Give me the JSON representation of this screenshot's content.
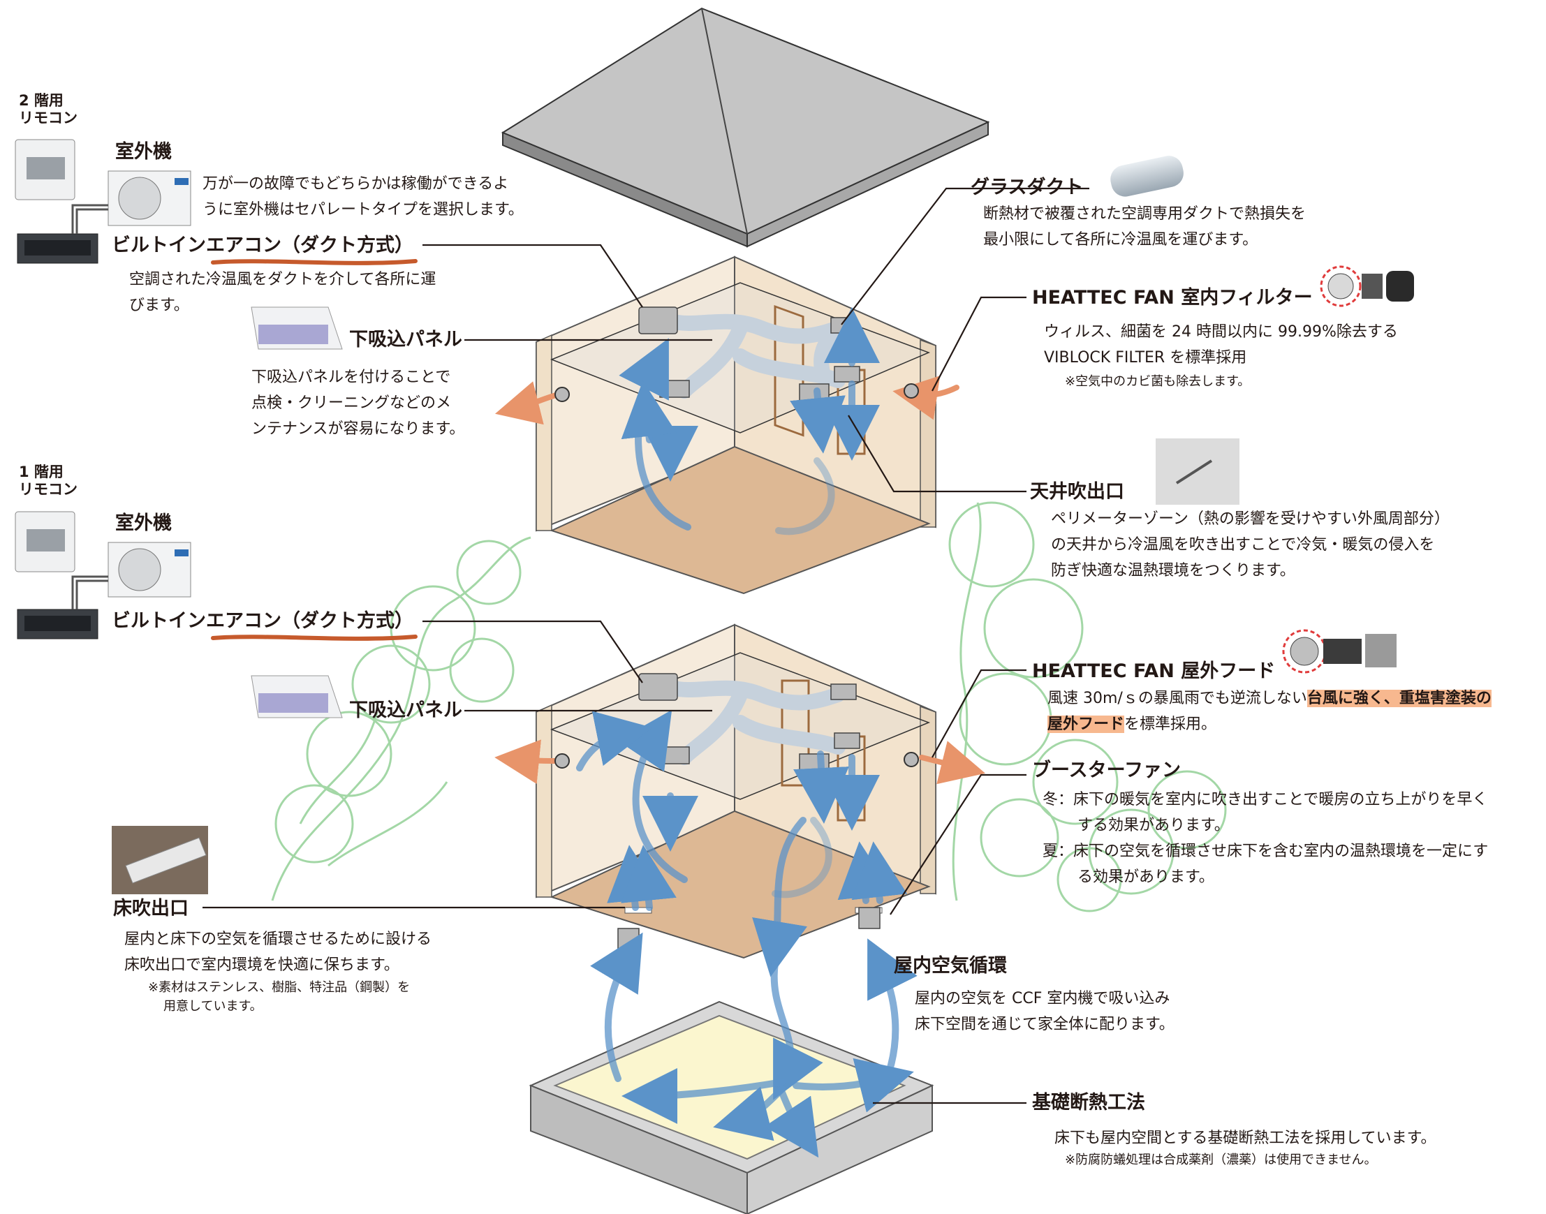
{
  "remote_2f": {
    "line1": "2 階用",
    "line2": "リモコン"
  },
  "remote_1f": {
    "line1": "1 階用",
    "line2": "リモコン"
  },
  "outdoor_unit_2f": {
    "title": "室外機",
    "desc": [
      "万が一の故障でもどちらかは稼働ができるよ",
      "うに室外機はセパレートタイプを選択します。"
    ]
  },
  "outdoor_unit_1f": {
    "title": "室外機"
  },
  "builtin_ac_2f": {
    "title": "ビルトインエアコン（ダクト方式）",
    "desc": [
      "空調された冷温風をダクトを介して各所に運",
      "びます。"
    ]
  },
  "builtin_ac_1f": {
    "title": "ビルトインエアコン（ダクト方式）"
  },
  "intake_panel_2f": {
    "title": "下吸込パネル",
    "desc": [
      "下吸込パネルを付けることで",
      "点検・クリーニングなどのメ",
      "ンテナンスが容易になります。"
    ]
  },
  "intake_panel_1f": {
    "title": "下吸込パネル"
  },
  "glass_duct": {
    "title": "グラスダクト",
    "desc": [
      "断熱材で被覆された空調専用ダクトで熱損失を",
      "最小限にして各所に冷温風を運びます。"
    ]
  },
  "indoor_filter": {
    "title": "HEATTEC FAN 室内フィルター",
    "desc": [
      "ウィルス、細菌を 24 時間以内に 99.99%除去する",
      "VIBLOCK FILTER を標準採用"
    ],
    "note": "※空気中のカビ菌も除去します。"
  },
  "ceiling_outlet": {
    "title": "天井吹出口",
    "desc": [
      "ペリメーターゾーン（熱の影響を受けやすい外風周部分）",
      "の天井から冷温風を吹き出すことで冷気・暖気の侵入を",
      "防ぎ快適な温熱環境をつくります。"
    ]
  },
  "outdoor_hood": {
    "title": "HEATTEC FAN 屋外フード",
    "desc_pre": "風速 30m/ｓの暴風雨でも逆流しない",
    "desc_hl1": "台風に強く、重塩害塗装の",
    "desc_hl2": "屋外フード",
    "desc_post": "を標準採用。"
  },
  "booster_fan": {
    "title": "ブースターファン",
    "winter_label": "冬：",
    "winter_1": "床下の暖気を室内に吹き出すことで暖房の立ち上がりを早く",
    "winter_2": "する効果があります。",
    "summer_label": "夏：",
    "summer_1": "床下の空気を循環させ床下を含む室内の温熱環境を一定にす",
    "summer_2": "る効果があります。"
  },
  "floor_outlet": {
    "title": "床吹出口",
    "desc": [
      "屋内と床下の空気を循環させるために設ける",
      "床吹出口で室内環境を快適に保ちます。"
    ],
    "note": [
      "※素材はステンレス、樹脂、特注品（鋼製）を",
      "用意しています。"
    ]
  },
  "indoor_circulation": {
    "title": "屋内空気循環",
    "desc": [
      "屋内の空気を CCF 室内機で吸い込み",
      "床下空間を通じて家全体に配ります。"
    ]
  },
  "foundation": {
    "title": "基礎断熱工法",
    "desc": "床下も屋内空間とする基礎断熱工法を採用しています。",
    "note": "※防腐防蟻処理は合成薬剤（濃薬）は使用できません。"
  },
  "colors": {
    "room_bg": "#f6ebdc",
    "floor": "#ddb894",
    "airflow": "#5b93c9",
    "outside_air": "#e8946a",
    "duct": "#c6d1dc",
    "tree": "#a3d7a6",
    "highlight": "#f7b88f"
  }
}
